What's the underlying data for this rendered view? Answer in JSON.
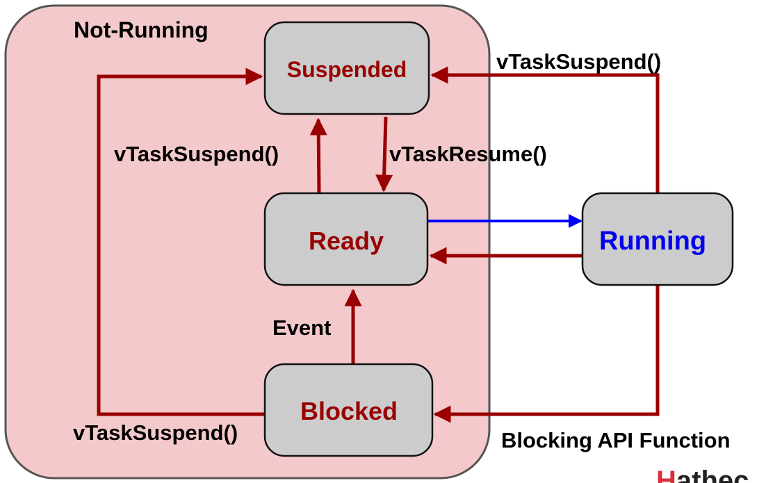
{
  "colors": {
    "group_fill": "#f4c9cb",
    "group_stroke": "#555555",
    "state_fill": "#cccccc",
    "state_stroke": "#111111",
    "state_text": "#990000",
    "running_text": "#0000ee",
    "arrow_dark_red": "#990000",
    "arrow_blue": "#0000ff",
    "label_text": "#000000",
    "watermark_accent": "#d6303b"
  },
  "group": {
    "label": "Not-Running"
  },
  "states": {
    "suspended": "Suspended",
    "ready": "Ready",
    "running": "Running",
    "blocked": "Blocked"
  },
  "transitions": {
    "running_to_suspended": "vTaskSuspend()",
    "ready_to_suspended": "vTaskSuspend()",
    "suspended_to_ready": "vTaskResume()",
    "blocked_to_ready": "Event",
    "blocked_to_suspended": "vTaskSuspend()",
    "running_to_blocked": "Blocking API Function"
  },
  "watermark": {
    "first_letter": "H",
    "rest": "athec"
  }
}
